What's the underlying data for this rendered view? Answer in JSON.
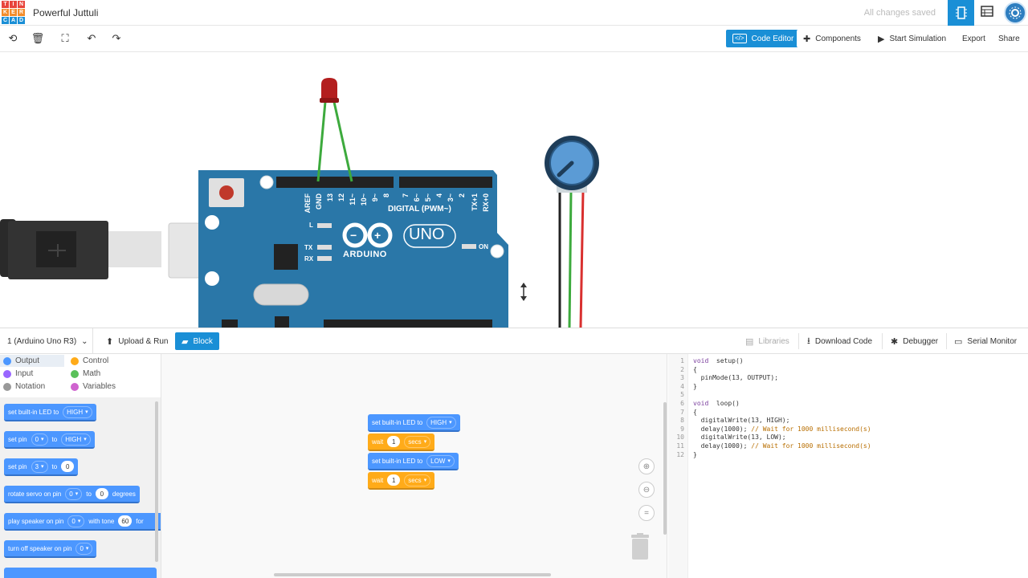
{
  "header": {
    "logo_letters": [
      "T",
      "I",
      "N",
      "K",
      "E",
      "R",
      "C",
      "A",
      "D"
    ],
    "logo_colors": [
      "#e8453c",
      "#e8453c",
      "#e8453c",
      "#f28c2b",
      "#f28c2b",
      "#f28c2b",
      "#1a8fd6",
      "#1a8fd6",
      "#1a8fd6"
    ],
    "title": "Powerful Juttuli",
    "save_status": "All changes saved"
  },
  "toolbar": {
    "code_editor": "Code Editor",
    "components": "Components",
    "start_simulation": "Start Simulation",
    "export": "Export",
    "share": "Share"
  },
  "board": {
    "digital_label": "DIGITAL (PWM~)",
    "brand": "ARDUINO",
    "model": "UNO",
    "l_label": "L",
    "tx_label": "TX",
    "rx_label": "RX",
    "on_label": "ON",
    "pins": [
      "AREF",
      "GND",
      "13",
      "12",
      "~11",
      "~10",
      "~9",
      "8",
      "7",
      "~6",
      "~5",
      "4",
      "~3",
      "2",
      "TX+1",
      "RX+0"
    ]
  },
  "code_toolbar": {
    "device": "1 (Arduino Uno R3)",
    "upload_run": "Upload & Run",
    "mode": "Block",
    "libraries": "Libraries",
    "download_code": "Download Code",
    "debugger": "Debugger",
    "serial_monitor": "Serial Monitor"
  },
  "categories": [
    {
      "label": "Output",
      "color": "#4c97ff"
    },
    {
      "label": "Control",
      "color": "#ffab19"
    },
    {
      "label": "Input",
      "color": "#9966ff"
    },
    {
      "label": "Math",
      "color": "#59c059"
    },
    {
      "label": "Notation",
      "color": "#999999"
    },
    {
      "label": "Variables",
      "color": "#cf63cf"
    }
  ],
  "palette": {
    "b1": {
      "text": "set built-in LED to",
      "dd": "HIGH"
    },
    "b2": {
      "text": "set pin",
      "dd1": "0",
      "mid": "to",
      "dd2": "HIGH"
    },
    "b3": {
      "text": "set pin",
      "dd1": "3",
      "mid": "to",
      "num": "0"
    },
    "b4": {
      "text": "rotate servo on pin",
      "dd1": "0",
      "mid": "to",
      "num": "0",
      "end": "degrees"
    },
    "b5": {
      "text": "play speaker on pin",
      "dd1": "0",
      "mid": "with tone",
      "num": "60",
      "end": "for"
    },
    "b6": {
      "text": "turn off speaker on pin",
      "dd1": "0"
    }
  },
  "script": {
    "s1": {
      "text": "set built-in LED to",
      "dd": "HIGH"
    },
    "s2": {
      "text": "wait",
      "num": "1",
      "dd": "secs"
    },
    "s3": {
      "text": "set built-in LED to",
      "dd": "LOW"
    },
    "s4": {
      "text": "wait",
      "num": "1",
      "dd": "secs"
    }
  },
  "code_lines": [
    {
      "n": "1",
      "parts": [
        [
          "kw",
          "void"
        ],
        [
          "",
          "  setup()"
        ]
      ]
    },
    {
      "n": "2",
      "parts": [
        [
          "",
          "{"
        ]
      ]
    },
    {
      "n": "3",
      "parts": [
        [
          "",
          "  pinMode(13, OUTPUT);"
        ]
      ]
    },
    {
      "n": "4",
      "parts": [
        [
          "",
          "}"
        ]
      ]
    },
    {
      "n": "5",
      "parts": [
        [
          "",
          ""
        ]
      ]
    },
    {
      "n": "6",
      "parts": [
        [
          "kw",
          "void"
        ],
        [
          "",
          "  loop()"
        ]
      ]
    },
    {
      "n": "7",
      "parts": [
        [
          "",
          "{"
        ]
      ]
    },
    {
      "n": "8",
      "parts": [
        [
          "",
          "  digitalWrite(13, HIGH);"
        ]
      ]
    },
    {
      "n": "9",
      "parts": [
        [
          "",
          "  delay(1000); "
        ],
        [
          "cm",
          "// Wait for 1000 millisecond(s)"
        ]
      ]
    },
    {
      "n": "10",
      "parts": [
        [
          "",
          "  digitalWrite(13, LOW);"
        ]
      ]
    },
    {
      "n": "11",
      "parts": [
        [
          "",
          "  delay(1000); "
        ],
        [
          "cm",
          "// Wait for 1000 millisecond(s)"
        ]
      ]
    },
    {
      "n": "12",
      "parts": [
        [
          "",
          "}"
        ]
      ]
    }
  ]
}
